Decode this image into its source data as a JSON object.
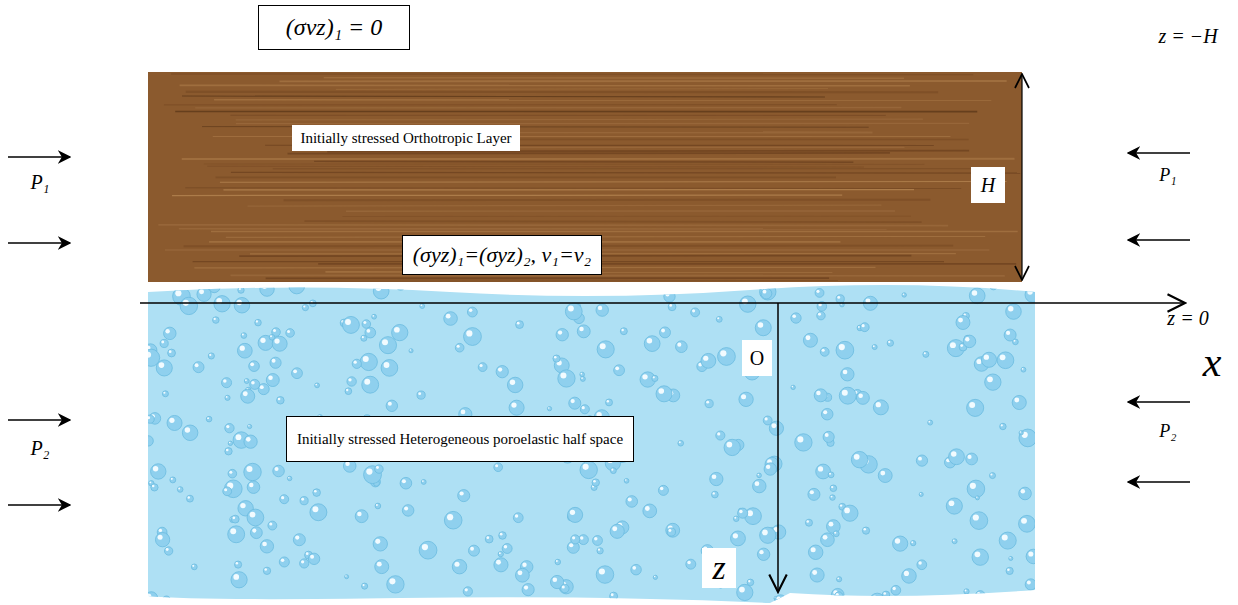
{
  "diagram": {
    "nodes": [
      {
        "text": [
          "(σvz)₁ = 0"
        ]
      },
      {
        "text": [
          "Initially stressed Orthotropic Layer",
          "(σyz)₁=(σyz)₂, v₁=v₂",
          "H"
        ]
      },
      {
        "text": [
          "Initially stressed Heterogeneous poroelastic half space",
          "O",
          "z"
        ]
      }
    ],
    "labels": [
      "z = −H",
      "z = 0",
      "x",
      "P₁",
      "P₁",
      "P₂",
      "P₂"
    ]
  }
}
